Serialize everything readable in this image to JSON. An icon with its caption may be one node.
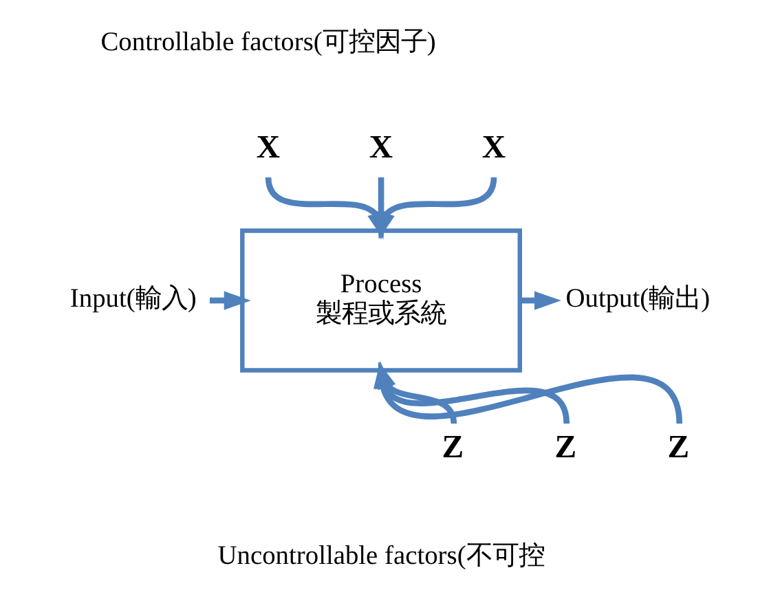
{
  "diagram": {
    "nodes": [
      {
        "text": [
          "Input(輸入)"
        ]
      },
      {
        "text": [
          "X"
        ]
      },
      {
        "text": [
          "X"
        ]
      },
      {
        "text": [
          "X"
        ]
      },
      {
        "text": [
          "Process",
          "製程或系統"
        ]
      },
      {
        "text": [
          "Output(輸出)"
        ]
      },
      {
        "text": [
          "Z"
        ]
      },
      {
        "text": [
          "Z"
        ]
      },
      {
        "text": [
          "Z"
        ]
      }
    ],
    "edges": [
      {
        "from": 0,
        "to": 4,
        "arrow": "to"
      },
      {
        "from": 1,
        "to": 4,
        "arrow": "to"
      },
      {
        "from": 2,
        "to": 4,
        "arrow": "to"
      },
      {
        "from": 3,
        "to": 4,
        "arrow": "to"
      },
      {
        "from": 4,
        "to": 5,
        "arrow": "to"
      },
      {
        "from": 6,
        "to": 4,
        "arrow": "to"
      },
      {
        "from": 7,
        "to": 4,
        "arrow": "to"
      },
      {
        "from": 8,
        "to": 4,
        "arrow": "to"
      }
    ],
    "labels": [
      "Controllable factors(可控因子)",
      "Uncontrollable factors(不可控"
    ]
  }
}
